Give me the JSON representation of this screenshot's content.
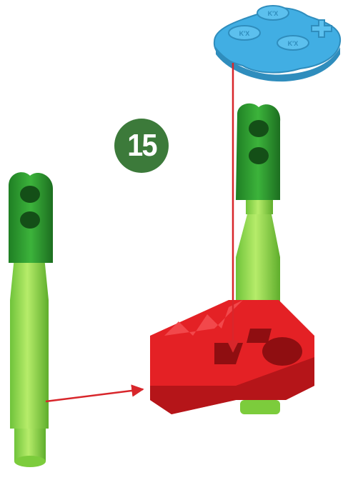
{
  "step": {
    "number": "15"
  },
  "colors": {
    "badge": "#3c7a3a",
    "rod_green": "#8ed63f",
    "connector_green": "#2f9a2f",
    "red_part": "#e42125",
    "blue_plate": "#41aee3",
    "arrow": "#d8262b"
  },
  "parts": {
    "top_plate": {
      "color_name": "blue",
      "embossed_text": [
        "K'X",
        "K'X",
        "K'X"
      ]
    },
    "rod_left": {
      "color_name": "green"
    },
    "rod_right": {
      "color_name": "green"
    },
    "corner_piece": {
      "color_name": "red"
    }
  },
  "icons": [
    "assembly-arrow-down",
    "assembly-arrow-right"
  ]
}
